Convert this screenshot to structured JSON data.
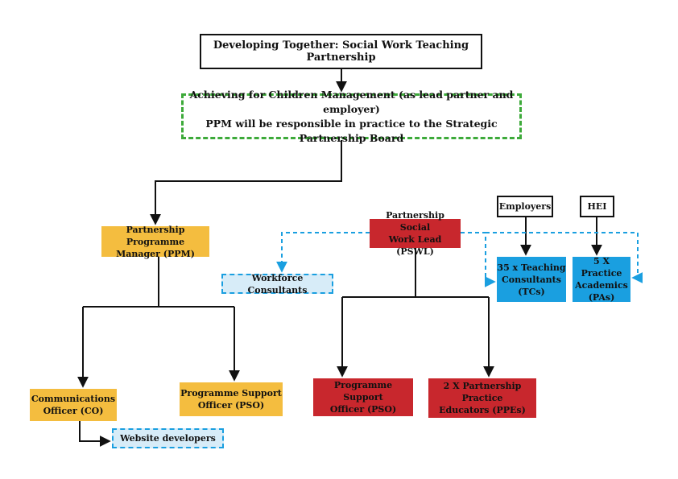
{
  "diagram": {
    "title": "Developing Together: Social Work Teaching Partnership",
    "lead": "Achieving for Children Management (as lead partner and employer)\nPPM will be responsible in practice to the Strategic Partnership Board",
    "ppm": "Partnership Programme\nManager (PPM)",
    "workforce": "Workforce Consultants",
    "pswl": "Partnership Social\nWork Lead (PSWL)",
    "employers": "Employers",
    "hei": "HEI",
    "tcs": "35 x Teaching\nConsultants\n(TCs)",
    "pas": "5 X Practice\nAcademics\n(PAs)",
    "co": "Communications\nOfficer (CO)",
    "pso_left": "Programme Support\nOfficer (PSO)",
    "pso_right": "Programme Support\nOfficer (PSO)",
    "ppes": "2 X Partnership Practice\nEducators (PPEs)",
    "website": "Website developers"
  },
  "colors": {
    "yellow": "#f4bd3f",
    "red": "#c8272d",
    "blue": "#1a9fe0",
    "light_blue": "#d7ecf8",
    "green_dashed": "#3daa3a",
    "line": "#111111"
  }
}
